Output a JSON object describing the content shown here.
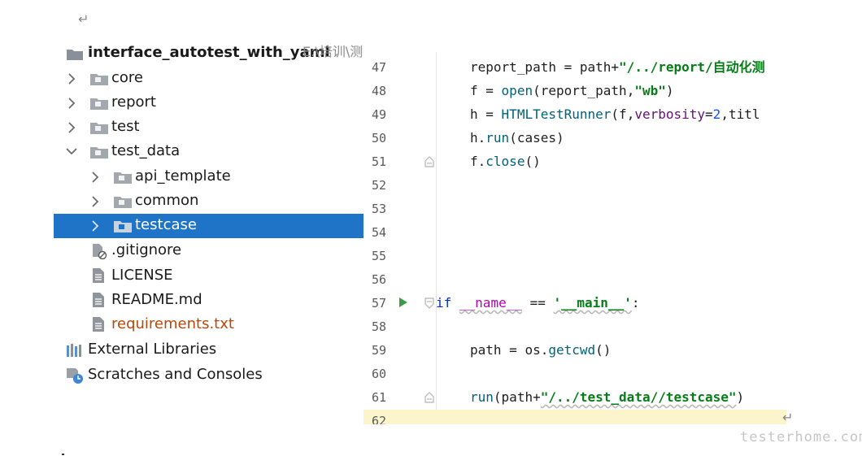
{
  "doc_marks": {
    "top": "↵",
    "bottom": "↵"
  },
  "project_tree": {
    "root": {
      "label": "interface_autotest_with_yaml",
      "path": "E:\\培训\\测"
    },
    "items": [
      {
        "label": "core",
        "kind": "folder",
        "expanded": false
      },
      {
        "label": "report",
        "kind": "folder",
        "expanded": false
      },
      {
        "label": "test",
        "kind": "folder",
        "expanded": false
      },
      {
        "label": "test_data",
        "kind": "folder",
        "expanded": true
      },
      {
        "label": "api_template",
        "kind": "folder",
        "expanded": false
      },
      {
        "label": "common",
        "kind": "folder",
        "expanded": false
      },
      {
        "label": "testcase",
        "kind": "folder",
        "expanded": false,
        "selected": true
      },
      {
        "label": ".gitignore",
        "kind": "ignored-file"
      },
      {
        "label": "LICENSE",
        "kind": "file"
      },
      {
        "label": "README.md",
        "kind": "file"
      },
      {
        "label": "requirements.txt",
        "kind": "file",
        "modified": true
      },
      {
        "label": "External Libraries",
        "kind": "libraries"
      },
      {
        "label": "Scratches and Consoles",
        "kind": "scratches"
      }
    ]
  },
  "editor": {
    "line_numbers": [
      "47",
      "48",
      "49",
      "50",
      "51",
      "52",
      "53",
      "54",
      "55",
      "56",
      "57",
      "58",
      "59",
      "60",
      "61",
      "62"
    ],
    "code": {
      "l47": {
        "var": "report_path",
        "op": " = ",
        "obj": "path",
        "plus": "+",
        "str": "\"/../report/自动化测"
      },
      "l48": {
        "var": "f",
        "op": " = ",
        "fn": "open",
        "lp": "(",
        "arg": "report_path",
        "comma": ",",
        "str": "\"wb\"",
        "rp": ")"
      },
      "l49": {
        "var": "h",
        "op": " = ",
        "fn": "HTMLTestRunner",
        "lp": "(",
        "arg": "f",
        "comma": ",",
        "param": "verbosity",
        "eq": "=",
        "num": "2",
        "comma2": ",",
        "rest": "titl"
      },
      "l50": {
        "obj": "h",
        "dot": ".",
        "mth": "run",
        "args": "(cases)"
      },
      "l51": {
        "obj": "f",
        "dot": ".",
        "mth": "close",
        "args": "()"
      },
      "l57": {
        "kw": "if",
        "sp": " ",
        "magic": "__name__",
        "op": " == ",
        "str": "'__main__'",
        "colon": ":"
      },
      "l59": {
        "var": "path",
        "op": " = ",
        "obj": "os",
        "dot": ".",
        "mth": "getcwd",
        "args": "()"
      },
      "l61": {
        "fn": "run",
        "lp": "(",
        "arg": "path",
        "plus": "+",
        "str": "\"/../test_data//testcase\"",
        "rp": ")"
      }
    }
  },
  "watermark": "testerhome.com",
  "colors": {
    "selection": "#1f74c7",
    "current_line": "#fcf5cc",
    "keyword": "#0033b3",
    "string": "#067d17",
    "run_arrow": "#3d9a4a"
  }
}
